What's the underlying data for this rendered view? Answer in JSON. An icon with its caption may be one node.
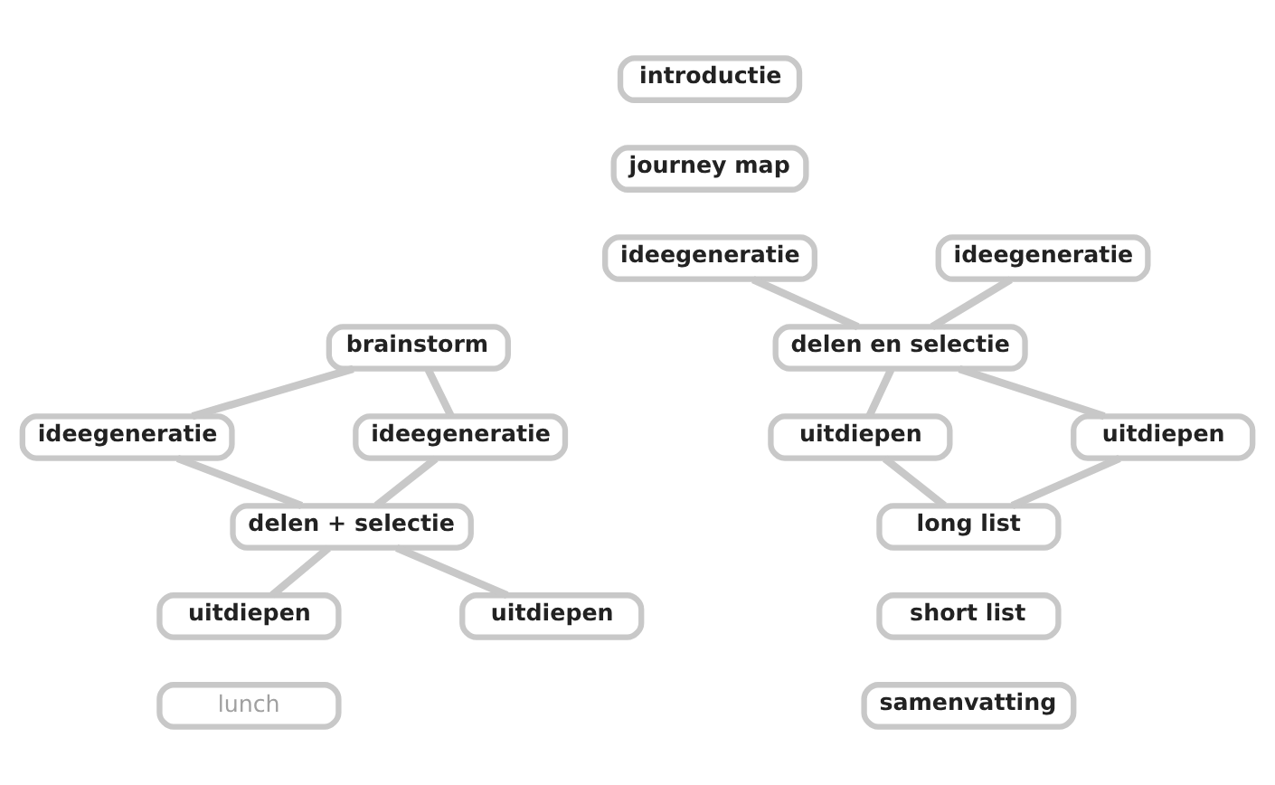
{
  "diagram": {
    "nodes": [
      {
        "text": [
          "introductie"
        ]
      },
      {
        "text": [
          "journey map"
        ]
      },
      {
        "text": [
          "brainstorm"
        ]
      },
      {
        "text": [
          "ideegeneratie"
        ]
      },
      {
        "text": [
          "ideegeneratie"
        ]
      },
      {
        "text": [
          "delen + selectie"
        ]
      },
      {
        "text": [
          "uitdiepen"
        ]
      },
      {
        "text": [
          "uitdiepen"
        ]
      },
      {
        "text": [
          "lunch"
        ]
      },
      {
        "text": [
          "ideegeneratie"
        ]
      },
      {
        "text": [
          "ideegeneratie"
        ]
      },
      {
        "text": [
          "delen en selectie"
        ]
      },
      {
        "text": [
          "uitdiepen"
        ]
      },
      {
        "text": [
          "uitdiepen"
        ]
      },
      {
        "text": [
          "long list"
        ]
      },
      {
        "text": [
          "short list"
        ]
      },
      {
        "text": [
          "samenvatting"
        ]
      }
    ],
    "edges": [
      {
        "from": 2,
        "to": 3,
        "arrow": "none"
      },
      {
        "from": 2,
        "to": 4,
        "arrow": "none"
      },
      {
        "from": 3,
        "to": 5,
        "arrow": "none"
      },
      {
        "from": 4,
        "to": 5,
        "arrow": "none"
      },
      {
        "from": 5,
        "to": 6,
        "arrow": "none"
      },
      {
        "from": 5,
        "to": 7,
        "arrow": "none"
      },
      {
        "from": 9,
        "to": 11,
        "arrow": "none"
      },
      {
        "from": 10,
        "to": 11,
        "arrow": "none"
      },
      {
        "from": 11,
        "to": 12,
        "arrow": "none"
      },
      {
        "from": 11,
        "to": 13,
        "arrow": "none"
      },
      {
        "from": 12,
        "to": 14,
        "arrow": "none"
      },
      {
        "from": 13,
        "to": 14,
        "arrow": "none"
      }
    ]
  }
}
